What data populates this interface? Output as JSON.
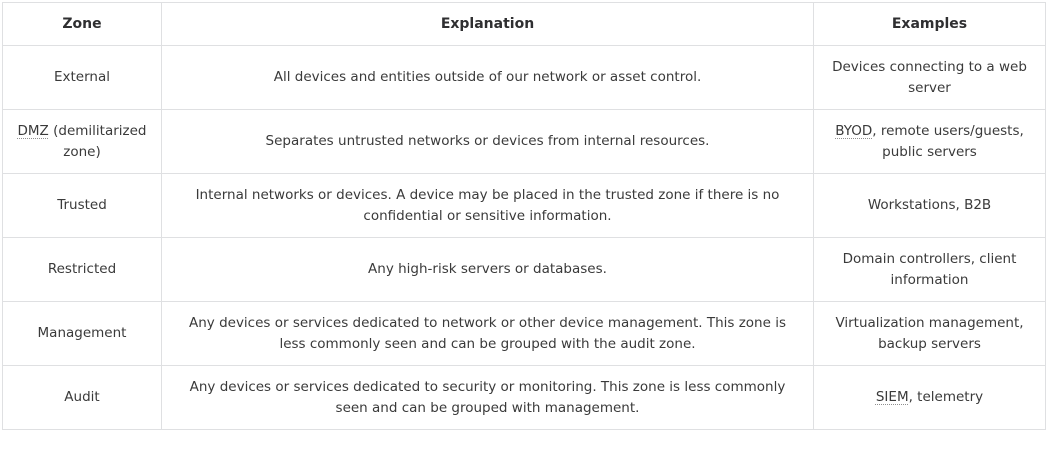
{
  "table": {
    "columns": [
      {
        "label": "Zone"
      },
      {
        "label": "Explanation"
      },
      {
        "label": "Examples"
      }
    ],
    "rows": [
      {
        "zone": [
          {
            "text": "External"
          }
        ],
        "explanation": [
          {
            "text": "All devices and entities outside of our network or asset control."
          }
        ],
        "examples": [
          {
            "text": "Devices connecting to a web server"
          }
        ]
      },
      {
        "zone": [
          {
            "text": "DMZ",
            "term": true
          },
          {
            "text": " (demilitarized zone)"
          }
        ],
        "explanation": [
          {
            "text": "Separates untrusted networks or devices from internal resources."
          }
        ],
        "examples": [
          {
            "text": "BYOD",
            "term": true
          },
          {
            "text": ", remote users/guests, public servers"
          }
        ]
      },
      {
        "zone": [
          {
            "text": "Trusted"
          }
        ],
        "explanation": [
          {
            "text": "Internal networks or devices. A device may be placed in the trusted zone if there is no confidential or sensitive information."
          }
        ],
        "examples": [
          {
            "text": "Workstations, B2B"
          }
        ]
      },
      {
        "zone": [
          {
            "text": "Restricted"
          }
        ],
        "explanation": [
          {
            "text": "Any high-risk servers or databases."
          }
        ],
        "examples": [
          {
            "text": "Domain controllers, client information"
          }
        ]
      },
      {
        "zone": [
          {
            "text": "Management"
          }
        ],
        "explanation": [
          {
            "text": "Any devices or services dedicated to network or other device management. This zone is less commonly seen and can be grouped with the audit zone."
          }
        ],
        "examples": [
          {
            "text": "Virtualization management, backup servers"
          }
        ]
      },
      {
        "zone": [
          {
            "text": "Audit"
          }
        ],
        "explanation": [
          {
            "text": "Any devices or services dedicated to security or monitoring. This zone is less commonly seen and can be grouped with management."
          }
        ],
        "examples": [
          {
            "text": "SIEM",
            "term": true
          },
          {
            "text": ", telemetry"
          }
        ]
      }
    ],
    "colors": {
      "border": "#dfe0e2",
      "text": "#3a3a3a",
      "header_text": "#2f2f31",
      "spellcheck_underline": "#8f8f8f",
      "background": "#ffffff"
    }
  }
}
